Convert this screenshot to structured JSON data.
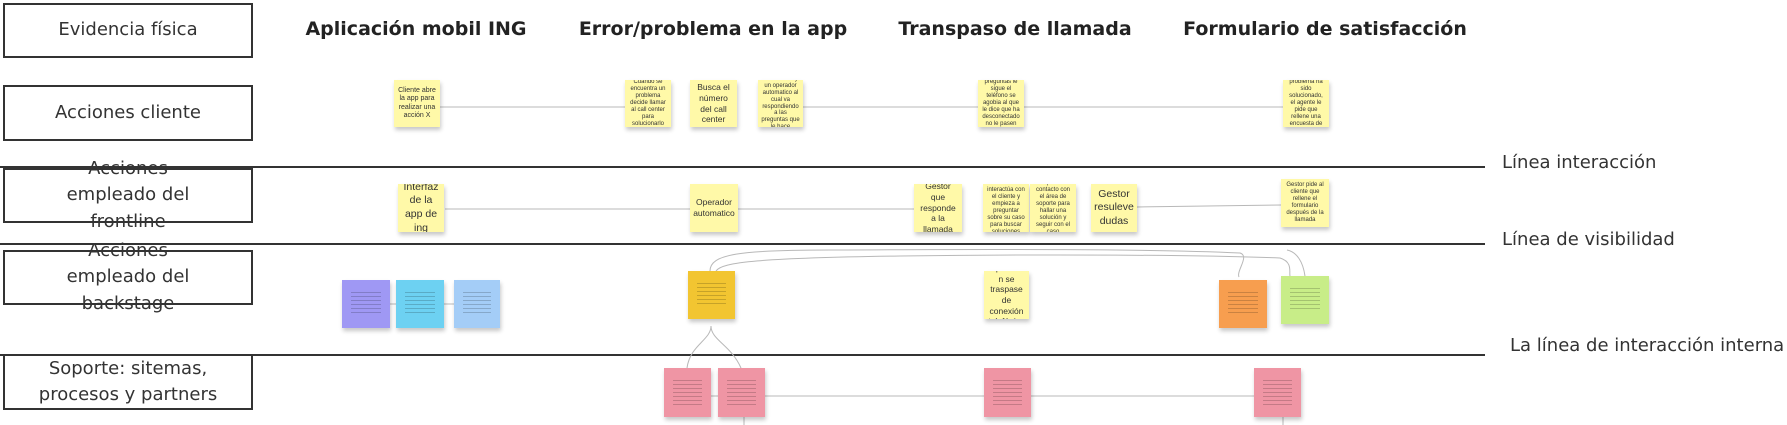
{
  "stages": [
    "Aplicación mobil ING",
    "Error/problema en la app",
    "Transpaso de llamada",
    "Formulario de satisfacción"
  ],
  "lanes": [
    "Evidencia física",
    "Acciones cliente",
    "Acciones empleado del frontline",
    "Acciones empleado del backstage",
    "Soporte: sitemas, procesos y partners"
  ],
  "dividers": [
    "Línea interacción",
    "Línea de visibilidad",
    "La línea de interacción interna"
  ],
  "colors": {
    "yellow": "#fff9a8",
    "gold": "#f2c531",
    "purple": "#9f98f4",
    "cyan": "#6dd1f2",
    "light_blue": "#a4cdf7",
    "orange": "#f79e4f",
    "green": "#c8ed88",
    "pink": "#ef95a4",
    "line": "#333333",
    "connector": "#b8b8b8"
  },
  "notes": {
    "client_1": "Cliente abre la app para realizar una acción X",
    "client_2": "Cuando se encuentra un problema decide llamar al call center para solucionarlo",
    "client_3": "Busca el número del call center",
    "client_4": "Al llamar hay un operador automatico al cual va respondiendo a las preguntas que le hace",
    "client_5": "El responde a todas las preguntas le sigue el teléfono se agobia al que le dice que ha desconectado no le pasen con un agente especializado",
    "client_6": "Cuando su problema ha sido solucionado, el agente le pide que rellene una encuesta de satisfacción",
    "front_1": "Interfaz de la app de ing",
    "front_2": "Operador automatico",
    "front_3": "Gestor que responde a la llamada",
    "front_4": "Gestor interactúa con el cliente y empieza a preguntar sobre su caso para buscar soluciones",
    "front_5": "Se pone en contacto con el área de soporte para hallar una solución y seguir con el caso",
    "front_6": "Gestor resuleve dudas",
    "front_7": "Gestor pide al cliente que rellene el formulario después de la llamada",
    "back_1": "Operación se traspase de conexión telefónica"
  }
}
